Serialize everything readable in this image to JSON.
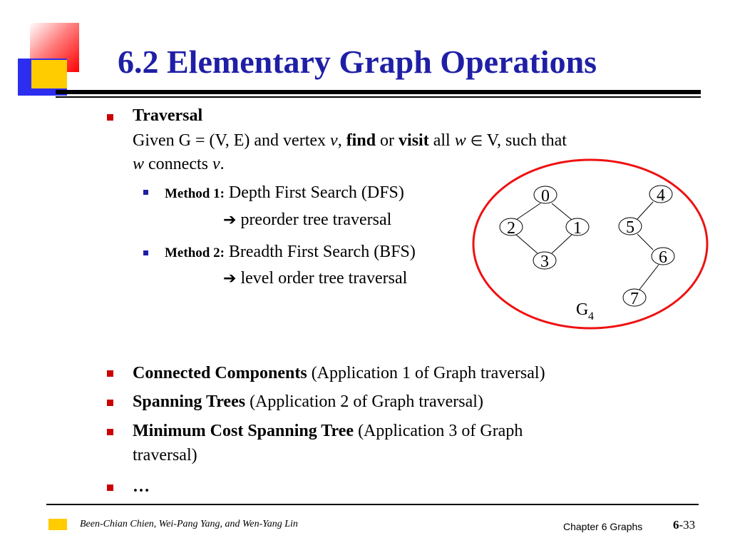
{
  "slide": {
    "title": "6.2 Elementary Graph Operations"
  },
  "traversal": {
    "heading": "Traversal",
    "line1": {
      "given": "Given G = (V, E) and vertex ",
      "v": "v",
      "comma": ", ",
      "find": "find",
      "or": " or ",
      "visit": "visit",
      "all": " all ",
      "w": "w",
      "in_symbol": "∈",
      "rest": " V, such that"
    },
    "line2": {
      "w": "w",
      "connects": " connects ",
      "v": "v",
      "period": "."
    },
    "methods": [
      {
        "label": "Method 1:",
        "name": "Depth First Search (DFS)",
        "arrow": "➔",
        "result": "preorder tree traversal"
      },
      {
        "label": "Method 2:",
        "name": "Breadth First Search (BFS)",
        "arrow": "➔",
        "result": "level order tree traversal"
      }
    ]
  },
  "applications": [
    {
      "bold": "Connected Components",
      "rest": " (Application 1 of Graph traversal)"
    },
    {
      "bold": "Spanning Trees",
      "rest": " (Application 2 of Graph traversal)"
    },
    {
      "bold": "Minimum Cost Spanning Tree",
      "rest": " (Application 3 of Graph",
      "cont": "traversal)"
    },
    {
      "bold": "…",
      "rest": ""
    }
  ],
  "graph": {
    "name": "G",
    "subscript": "4",
    "highlight_color": "#ee1111",
    "nodes": [
      "0",
      "1",
      "2",
      "3",
      "4",
      "5",
      "6",
      "7"
    ],
    "edges": [
      [
        "0",
        "2"
      ],
      [
        "0",
        "1"
      ],
      [
        "2",
        "3"
      ],
      [
        "1",
        "3"
      ],
      [
        "4",
        "5"
      ],
      [
        "5",
        "6"
      ],
      [
        "6",
        "7"
      ]
    ]
  },
  "footer": {
    "authors": "Been-Chian Chien, Wei-Pang Yang, and Wen-Yang Lin",
    "chapter": "Chapter 6 Graphs",
    "page_bold": "6",
    "page_rest": "-33"
  },
  "colors": {
    "title": "#1f1fa6",
    "bullet_level1": "#cc0000",
    "bullet_level2": "#1f1fa6",
    "logo_yellow": "#ffcc00",
    "logo_blue": "#2d2df0"
  }
}
